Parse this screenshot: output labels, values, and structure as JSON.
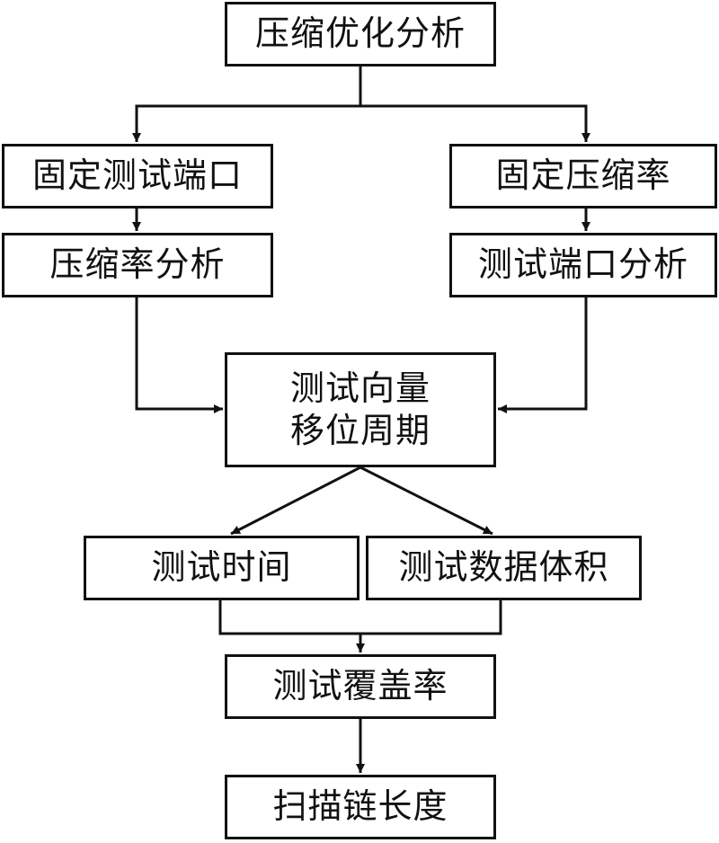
{
  "nodes": {
    "root": "压缩优化分析",
    "fixed_port": "固定测试端口",
    "ratio_analysis": "压缩率分析",
    "fixed_ratio": "固定压缩率",
    "port_analysis": "测试端口分析",
    "shift_cycles": [
      "测试向量",
      "移位周期"
    ],
    "test_time": "测试时间",
    "test_volume": "测试数据体积",
    "coverage": "测试覆盖率",
    "chain_length": "扫描链长度"
  },
  "edges": [
    {
      "from": "root",
      "to": "fixed_port"
    },
    {
      "from": "root",
      "to": "fixed_ratio"
    },
    {
      "from": "fixed_port",
      "to": "ratio_analysis"
    },
    {
      "from": "fixed_ratio",
      "to": "port_analysis"
    },
    {
      "from": "ratio_analysis",
      "to": "shift_cycles"
    },
    {
      "from": "port_analysis",
      "to": "shift_cycles"
    },
    {
      "from": "shift_cycles",
      "to": "test_time"
    },
    {
      "from": "shift_cycles",
      "to": "test_volume"
    },
    {
      "from": "test_time",
      "to": "coverage"
    },
    {
      "from": "test_volume",
      "to": "coverage"
    },
    {
      "from": "coverage",
      "to": "chain_length"
    }
  ]
}
